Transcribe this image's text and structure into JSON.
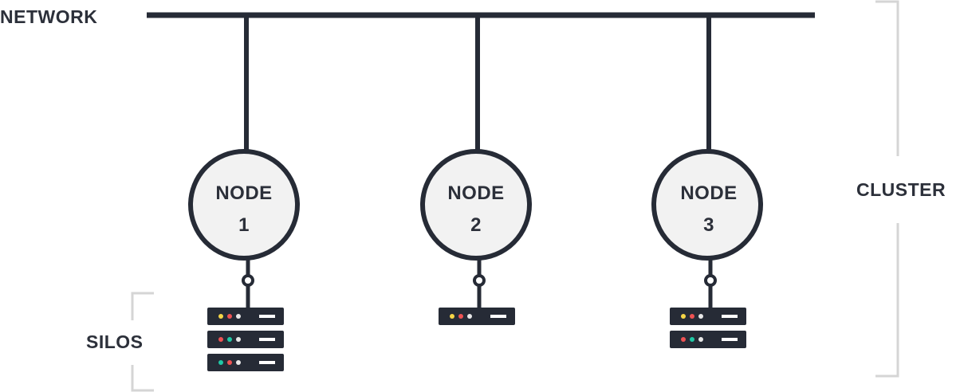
{
  "labels": {
    "network": "NETWORK",
    "cluster": "CLUSTER",
    "silos": "SILOS"
  },
  "nodes": [
    {
      "line1": "NODE",
      "line2": "1",
      "silo_count": 3
    },
    {
      "line1": "NODE",
      "line2": "2",
      "silo_count": 1
    },
    {
      "line1": "NODE",
      "line2": "3",
      "silo_count": 2
    }
  ],
  "colors": {
    "line": "#262b36",
    "node_fill": "#f2f2f2",
    "server_body": "#262b36",
    "server_slot": "#ffffff",
    "bracket": "#d5d5d5",
    "led_yellow": "#f5d547",
    "led_red": "#ee5253",
    "led_teal": "#20c9a6",
    "led_white": "#e8e8e8"
  }
}
